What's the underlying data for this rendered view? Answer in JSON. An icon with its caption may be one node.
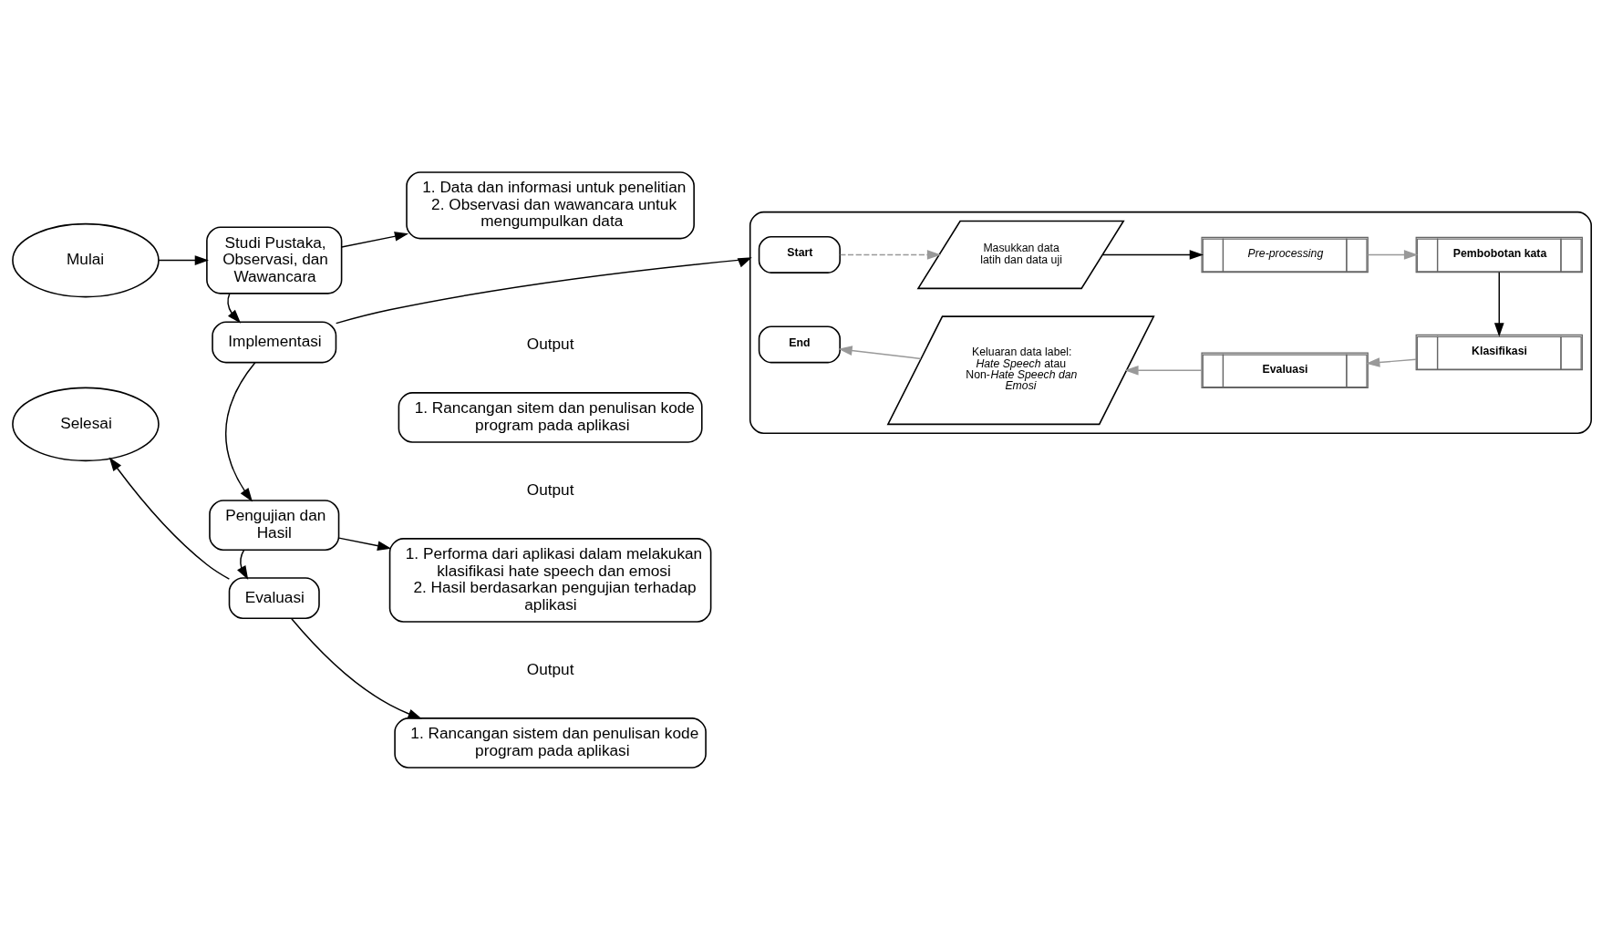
{
  "diagram": {
    "nodes": [
      {
        "text": [
          "Mulai"
        ]
      },
      {
        "text": [
          "Studi Pustaka, Observasi, dan Wawancara"
        ]
      },
      {
        "text": [
          "1. Data dan informasi untuk penelitian",
          "2. Observasi dan wawancara untuk mengumpulkan data"
        ]
      },
      {
        "text": [
          "Implementasi"
        ]
      },
      {
        "text": [],
        "shape": "box"
      },
      {
        "text": [
          "Start"
        ],
        "in": 4
      },
      {
        "text": [
          "Masukkan data latih dan data uji"
        ],
        "in": 4
      },
      {
        "text": [
          "Pre-processing"
        ],
        "in": 4
      },
      {
        "text": [
          "Pembobotan kata"
        ],
        "in": 4
      },
      {
        "text": [
          "Klasifikasi"
        ],
        "in": 4
      },
      {
        "text": [
          "Evaluasi"
        ],
        "in": 4
      },
      {
        "text": [
          "Keluaran data label: *Hate Speech* atau Non-*Hate Speech dan Emosi*"
        ],
        "in": 4
      },
      {
        "text": [
          "End"
        ],
        "in": 4
      },
      {
        "text": [
          "1. Rancangan sitem dan penulisan kode program pada aplikasi"
        ]
      },
      {
        "text": [
          "Pengujian dan Hasil"
        ]
      },
      {
        "text": [
          "1. Performa dari aplikasi dalam melakukan klasifikasi hate speech dan emosi",
          "2. Hasil berdasarkan pengujian terhadap aplikasi"
        ]
      },
      {
        "text": [
          "Evaluasi"
        ]
      },
      {
        "text": [
          "Selesai"
        ]
      },
      {
        "text": [
          "1. Rancangan sistem dan penulisan kode program pada aplikasi"
        ]
      }
    ],
    "edges": [
      {
        "from": 0,
        "to": 1,
        "arrow": "to"
      },
      {
        "from": 1,
        "to": 2,
        "arrow": "to"
      },
      {
        "from": 1,
        "to": 3,
        "arrow": "to"
      },
      {
        "from": 3,
        "to": 4,
        "arrow": "to"
      },
      {
        "from": 3,
        "to": 14,
        "arrow": "to"
      },
      {
        "from": 5,
        "to": 6,
        "arrow": "to",
        "style": "dashed",
        "color": "#999999"
      },
      {
        "from": 6,
        "to": 7,
        "arrow": "to"
      },
      {
        "from": 7,
        "to": 8,
        "arrow": "to",
        "color": "#999999"
      },
      {
        "from": 8,
        "to": 9,
        "arrow": "to"
      },
      {
        "from": 9,
        "to": 10,
        "arrow": "to",
        "color": "#999999"
      },
      {
        "from": 10,
        "to": 11,
        "arrow": "to",
        "color": "#999999"
      },
      {
        "from": 11,
        "to": 12,
        "arrow": "to",
        "color": "#999999"
      },
      {
        "from": 14,
        "to": 15,
        "arrow": "to"
      },
      {
        "from": 14,
        "to": 16,
        "arrow": "to"
      },
      {
        "from": 16,
        "to": 17,
        "arrow": "to"
      },
      {
        "from": 16,
        "to": 18,
        "arrow": "to"
      }
    ],
    "labels": [
      "Output",
      "Output",
      "Output"
    ]
  }
}
